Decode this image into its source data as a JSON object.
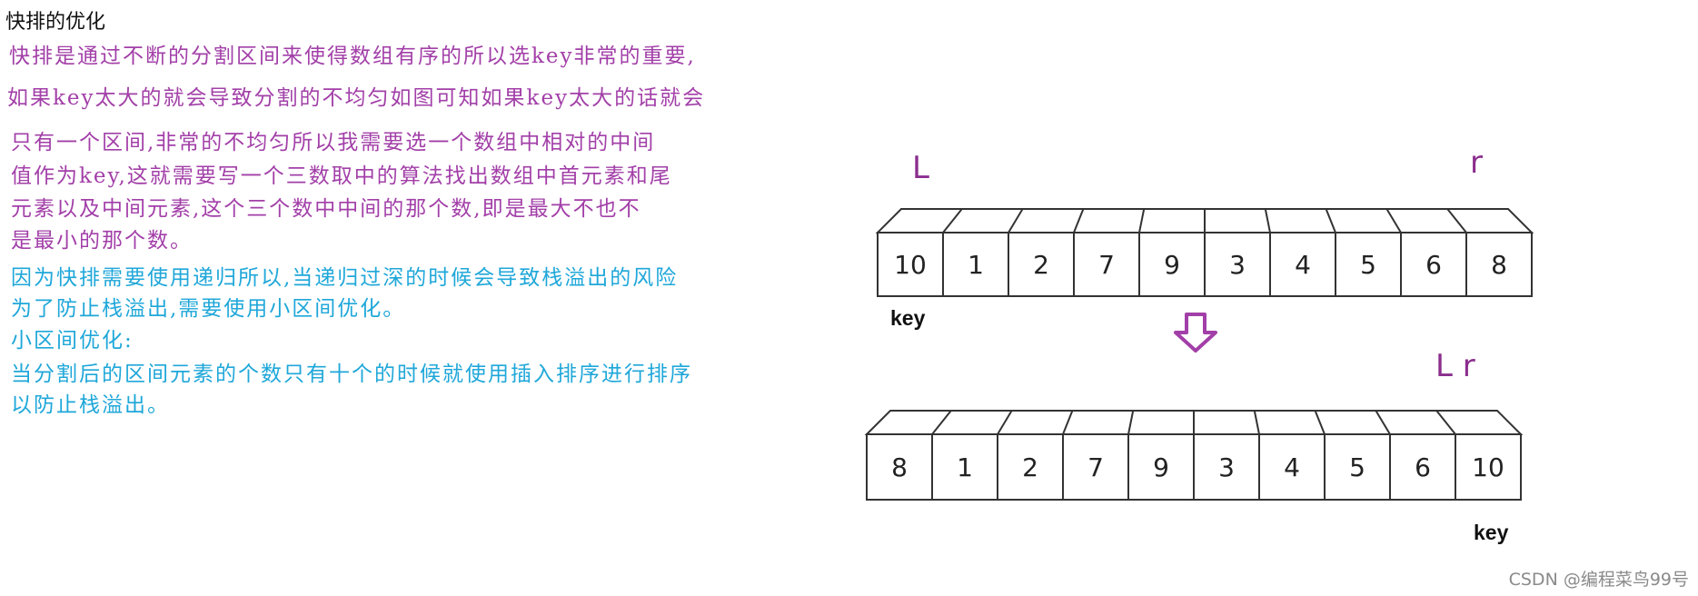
{
  "heading": "快排的优化",
  "paragraphs_purple": [
    "快排是通过不断的分割区间来使得数组有序的所以选key非常的重要,",
    "如果key太大的就会导致分割的不均匀如图可知如果key太大的话就会",
    "只有一个区间,非常的不均匀所以我需要选一个数组中相对的中间",
    "值作为key,这就需要写一个三数取中的算法找出数组中首元素和尾",
    "元素以及中间元素,这个三个数中中间的那个数,即是最大不也不",
    "是最小的那个数。"
  ],
  "paragraphs_blue": [
    "因为快排需要使用递归所以,当递归过深的时候会导致栈溢出的风险",
    "为了防止栈溢出,需要使用小区间优化。",
    "小区间优化:",
    "当分割后的区间元素的个数只有十个的时候就使用插入排序进行排序",
    "以防止栈溢出。"
  ],
  "diagram": {
    "top_array": [
      "10",
      "1",
      "2",
      "7",
      "9",
      "3",
      "4",
      "5",
      "6",
      "8"
    ],
    "bottom_array": [
      "8",
      "1",
      "2",
      "7",
      "9",
      "3",
      "4",
      "5",
      "6",
      "10"
    ],
    "top_left_pointer": "L",
    "top_right_pointer": "r",
    "bottom_pointers": "L r",
    "top_key_label": "key",
    "bottom_key_label": "key"
  },
  "watermark": "CSDN @编程菜鸟99号"
}
